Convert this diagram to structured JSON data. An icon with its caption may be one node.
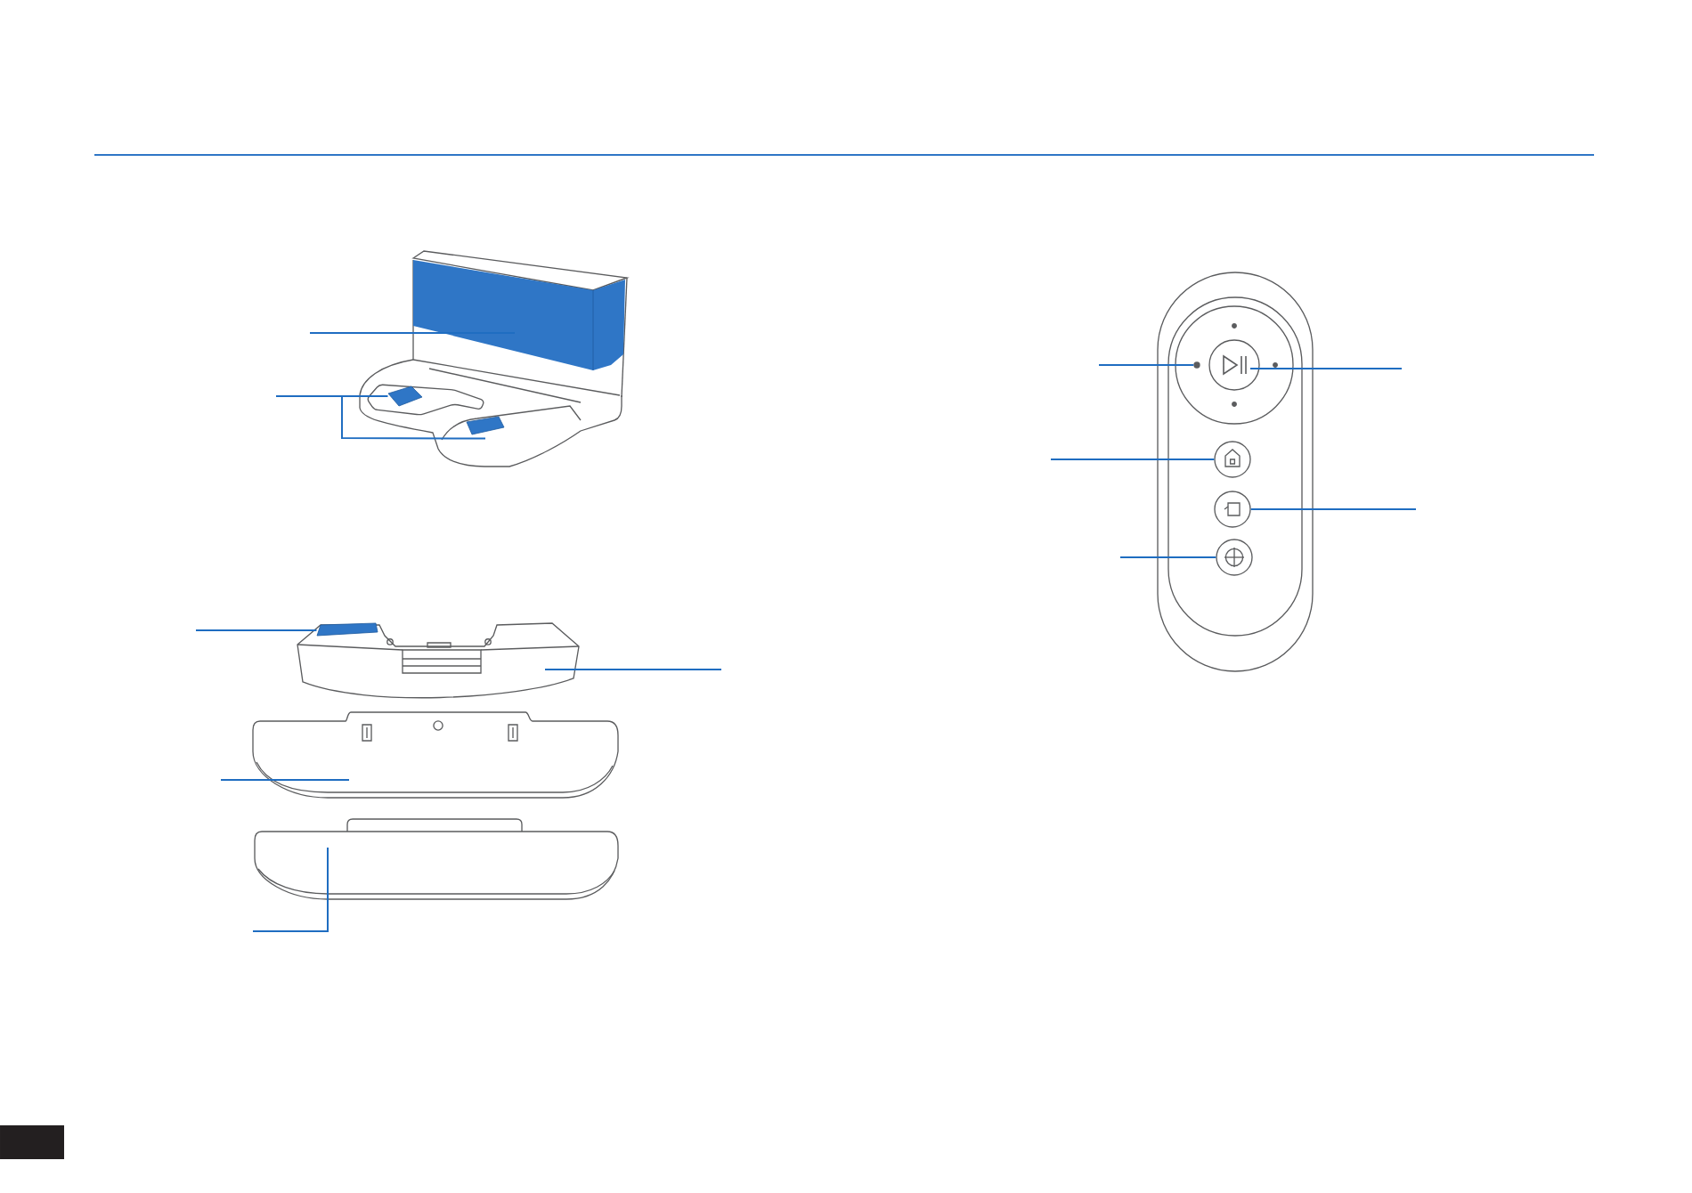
{
  "diagram": {
    "nodes": [
      {
        "text": [],
        "shape": "picture"
      },
      {
        "text": [],
        "shape": "picture"
      },
      {
        "text": [],
        "shape": "picture"
      },
      {
        "text": [],
        "shape": "picture"
      },
      {
        "text": [],
        "shape": "bar",
        "in": 3
      },
      {
        "text": [],
        "shape": "picture"
      },
      {
        "text": [],
        "shape": "picture"
      },
      {
        "text": [],
        "shape": "circle"
      },
      {
        "text": [],
        "shape": "circle"
      },
      {
        "text": [],
        "shape": "circle"
      },
      {
        "text": [],
        "shape": "circle"
      },
      {
        "text": [],
        "shape": "circle"
      }
    ],
    "edges": [
      {
        "from": null,
        "to": 0,
        "arrow": "none"
      },
      {
        "from": null,
        "to": 1,
        "arrow": "none"
      },
      {
        "from": null,
        "to": 2,
        "arrow": "none"
      },
      {
        "from": null,
        "to": 4,
        "arrow": "none"
      },
      {
        "from": null,
        "to": 3,
        "arrow": "none"
      },
      {
        "from": null,
        "to": 5,
        "arrow": "none"
      },
      {
        "from": null,
        "to": 6,
        "arrow": "none"
      },
      {
        "from": null,
        "to": 7,
        "arrow": "none"
      },
      {
        "from": null,
        "to": 8,
        "arrow": "none"
      },
      {
        "from": null,
        "to": 9,
        "arrow": "none"
      },
      {
        "from": null,
        "to": 10,
        "arrow": "none"
      },
      {
        "from": null,
        "to": 11,
        "arrow": "none"
      }
    ]
  }
}
